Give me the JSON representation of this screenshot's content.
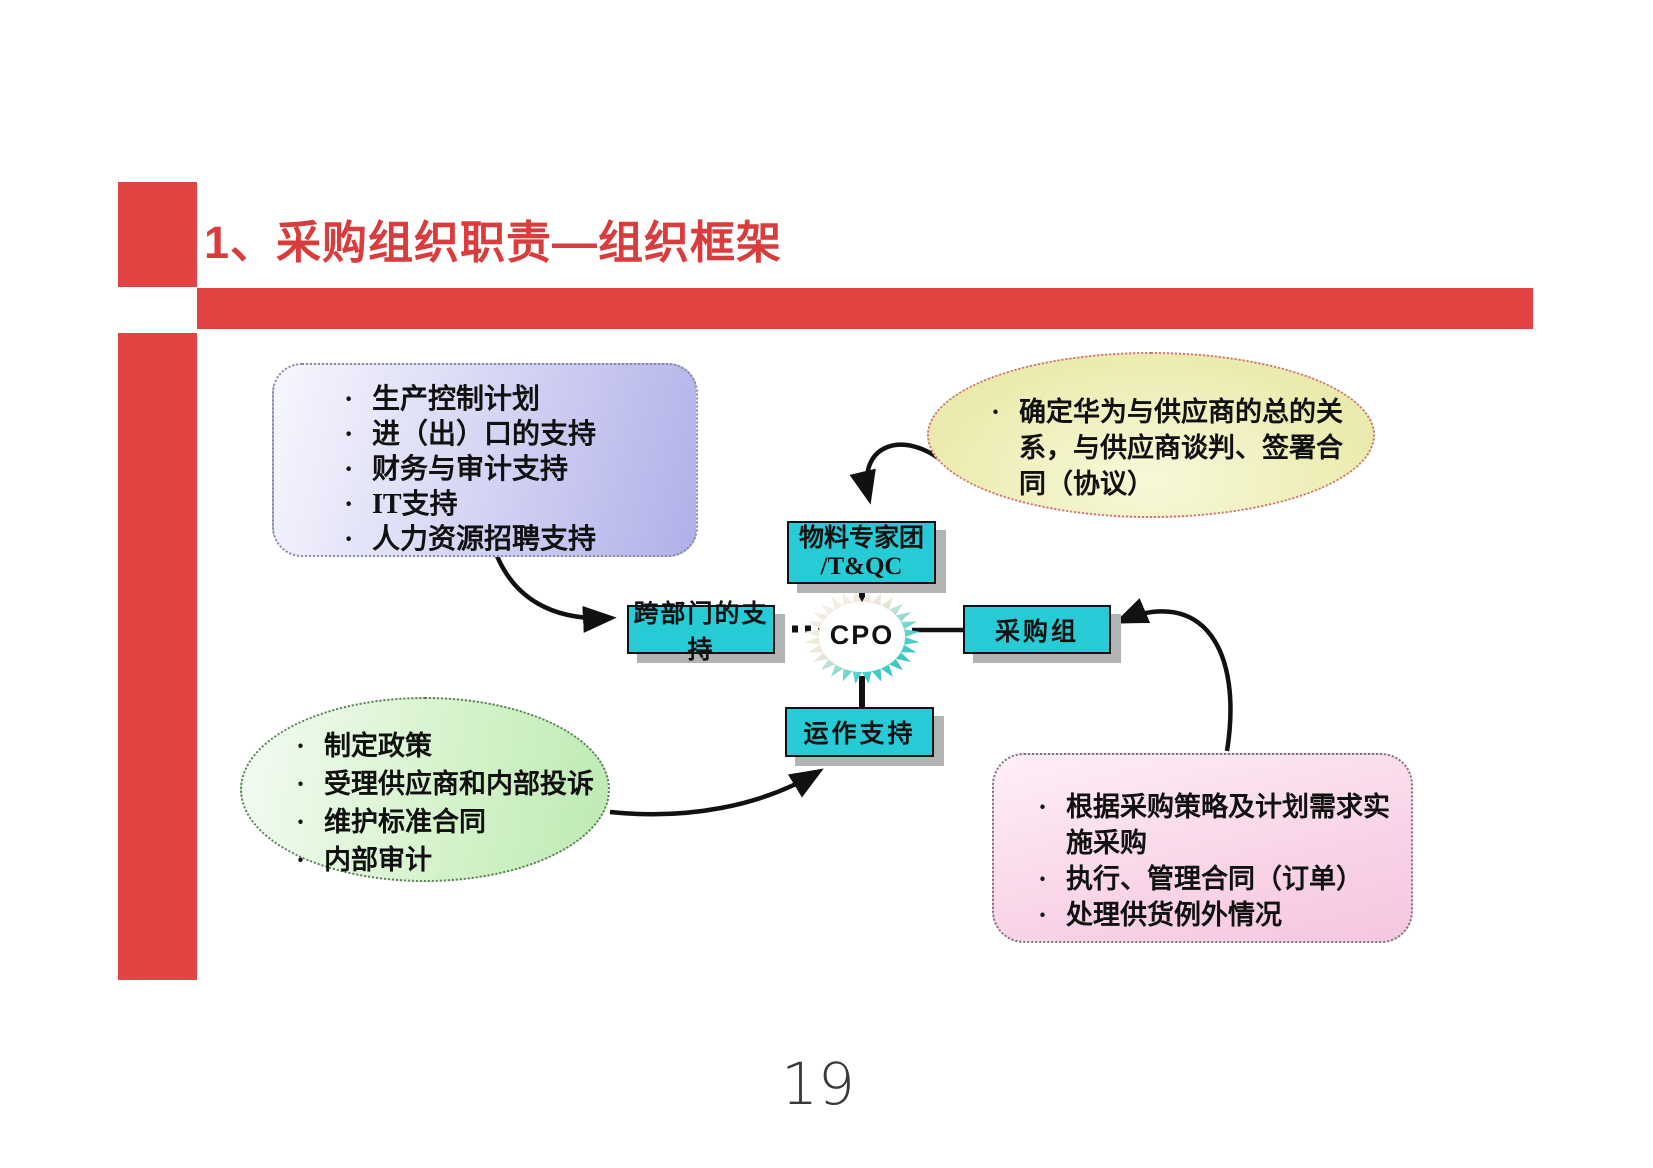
{
  "slide": {
    "title": "1、采购组织职责—组织框架",
    "page_number": "19"
  },
  "colors": {
    "accent_red": "#E24444",
    "title_red": "#D93C3C",
    "node_cyan": "#27CBD5",
    "node_shadow_gray": "#B3B3B3",
    "panel_purple": "#B0B0E9",
    "panel_yellow": "#ECECB2",
    "panel_green": "#BDEAB2",
    "panel_pink": "#F5C6E0"
  },
  "diagram": {
    "internal_support_panel": {
      "items": [
        "生产控制计划",
        "进（出）口的支持",
        "财务与审计支持",
        "IT支持",
        "人力资源招聘支持"
      ]
    },
    "supplier_relation_ellipse": {
      "items": [
        "确定华为与供应商的总的关系，与供应商谈判、签署合同（协议）"
      ]
    },
    "policy_ellipse": {
      "items": [
        "制定政策",
        "受理供应商和内部投诉",
        "维护标准合同",
        "内部审计"
      ]
    },
    "execution_panel": {
      "items": [
        "根据采购策略及计划需求实施采购",
        "执行、管理合同（订单）",
        "处理供货例外情况"
      ]
    },
    "nodes": {
      "material_expert_line1": "物料专家团",
      "material_expert_line2": "/T&QC",
      "cross_department": "跨部门的支持",
      "cpo": "CPO",
      "purchasing_group": "采购组",
      "operation_support": "运作支持"
    }
  }
}
